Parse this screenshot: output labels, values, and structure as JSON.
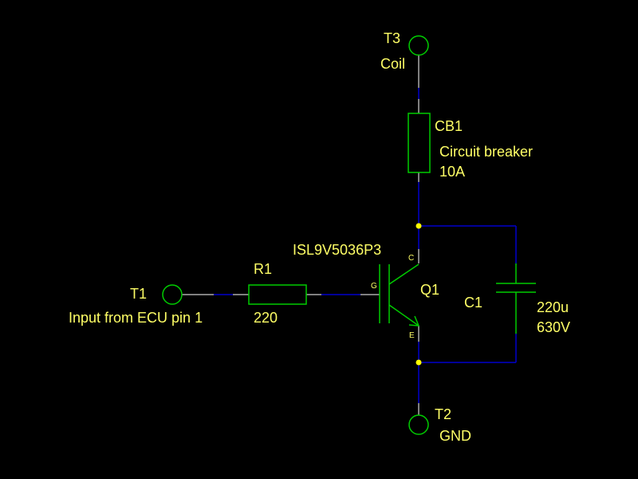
{
  "colors": {
    "background": "#000000",
    "wire": "#0000cc",
    "component": "#00cc00",
    "pin_lead": "#ffffff",
    "text": "#ffff66",
    "junction": "#ffff00"
  },
  "components": {
    "t3": {
      "ref": "T3",
      "value": "Coil",
      "icon": "terminal-icon"
    },
    "cb1": {
      "ref": "CB1",
      "description": "Circuit breaker",
      "value": "10A",
      "icon": "fuse-icon"
    },
    "q1": {
      "ref": "Q1",
      "part": "ISL9V5036P3",
      "pin_c": "C",
      "pin_g": "G",
      "pin_e": "E",
      "icon": "igbt-icon"
    },
    "r1": {
      "ref": "R1",
      "value": "220",
      "icon": "resistor-icon"
    },
    "t1": {
      "ref": "T1",
      "value": "Input from ECU pin 1",
      "icon": "terminal-icon"
    },
    "c1": {
      "ref": "C1",
      "value": "220u",
      "voltage": "630V",
      "icon": "capacitor-icon"
    },
    "t2": {
      "ref": "T2",
      "value": "GND",
      "icon": "terminal-icon"
    }
  }
}
